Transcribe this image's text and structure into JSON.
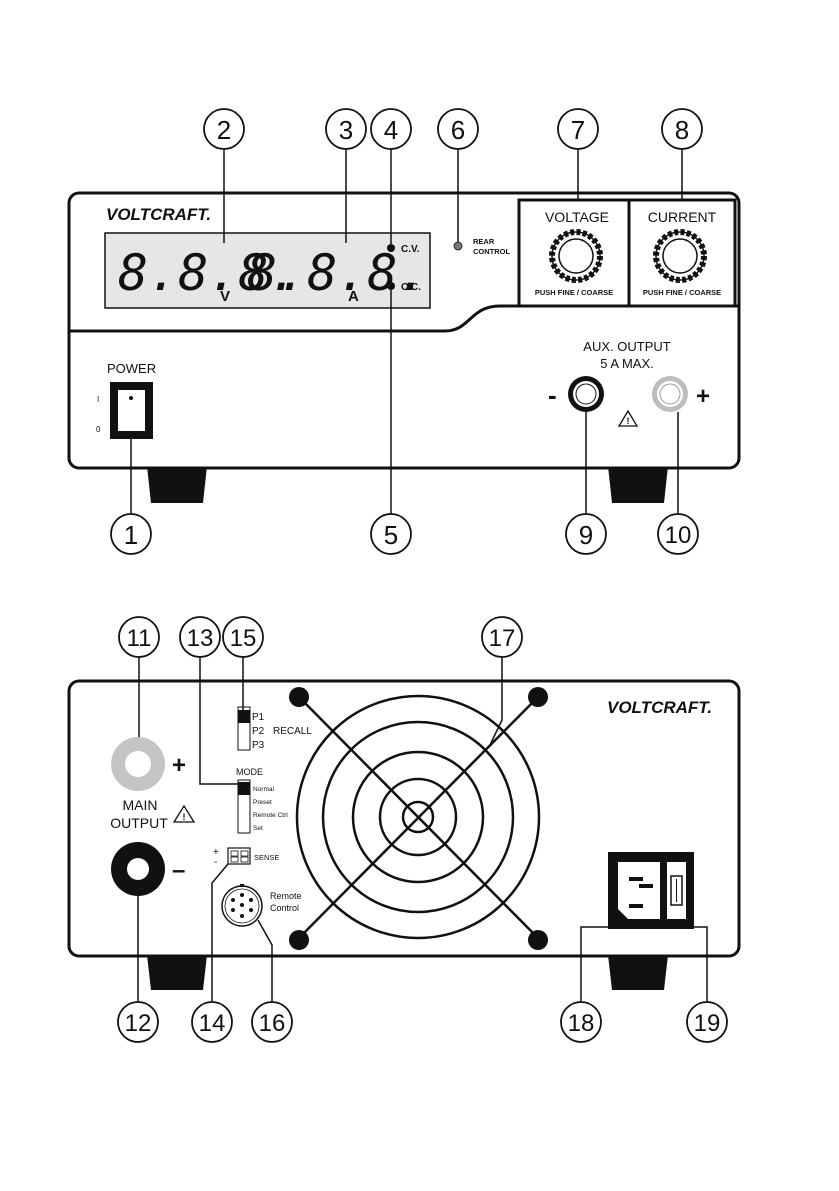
{
  "brand": "VOLTCRAFT.",
  "front": {
    "display_voltage": "8.8.8.",
    "unit_v": "V",
    "display_current": "8.8.8.",
    "unit_a": "A",
    "cv": "C.V.",
    "cc": "C.C.",
    "rear_control_1": "REAR",
    "rear_control_2": "CONTROL",
    "voltage": "VOLTAGE",
    "current": "CURRENT",
    "push_fine_coarse_v": "PUSH  FINE / COARSE",
    "push_fine_coarse_c": "PUSH  FINE / COARSE",
    "power": "POWER",
    "switch_on": "I",
    "switch_off": "0",
    "aux_output_1": "AUX. OUTPUT",
    "aux_output_2": "5 A MAX.",
    "minus": "-",
    "plus": "+",
    "warning": "!"
  },
  "rear": {
    "p1": "P1",
    "p2": "P2",
    "p3": "P3",
    "recall": "RECALL",
    "mode": "MODE",
    "normal": "Normal",
    "preset": "Preset",
    "remote_ctrl": "Remote Ctrl",
    "set": "Set",
    "sense_plus": "+",
    "sense_minus": "-",
    "sense": "SENSE",
    "remote_1": "Remote",
    "remote_2": "Control",
    "main_1": "MAIN",
    "main_2": "OUTPUT",
    "plus": "+",
    "minus": "–",
    "warning": "!"
  },
  "callouts": {
    "c1": "1",
    "c2": "2",
    "c3": "3",
    "c4": "4",
    "c5": "5",
    "c6": "6",
    "c7": "7",
    "c8": "8",
    "c9": "9",
    "c10": "10",
    "c11": "11",
    "c12": "12",
    "c13": "13",
    "c14": "14",
    "c15": "15",
    "c16": "16",
    "c17": "17",
    "c18": "18",
    "c19": "19"
  },
  "colors": {
    "ink": "#111111",
    "lcd": "#e6e6e6",
    "panel": "#ffffff"
  }
}
